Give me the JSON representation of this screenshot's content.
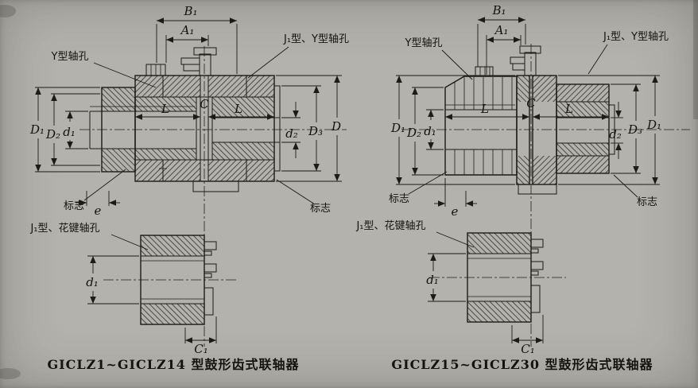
{
  "page": {
    "background_color": "#b4b2ad",
    "ink_color": "#1c1b18"
  },
  "figures": [
    {
      "caption": "GⅠCLZ1~GⅠCLZ14 型鼓形齿式联轴器",
      "labels": {
        "b1": "B₁",
        "a1": "A₁",
        "y_bore": "Y型轴孔",
        "j1_y_bore": "J₁型、Y型轴孔",
        "dia1": "D₁",
        "dia2": "D₂",
        "d1": "d₁",
        "L1": "L",
        "C": "C",
        "L2": "L",
        "d2": "d₂",
        "dia3": "D₃",
        "diaOuter": "D",
        "mark1": "标志",
        "mark2": "标志",
        "e": "e",
        "spline": "J₁型、花键轴孔",
        "d1b": "d₁",
        "c1": "C₁"
      }
    },
    {
      "caption": "GⅠCLZ15~GⅠCLZ30 型鼓形齿式联轴器",
      "labels": {
        "b1": "B₁",
        "a1": "A₁",
        "y_bore": "Y型轴孔",
        "j1_y_bore": "J₁型、Y型轴孔",
        "dia1": "D₁",
        "dia2": "D₂",
        "d1": "d₁",
        "L1": "L",
        "C": "C",
        "L2": "L",
        "d2": "d₂",
        "dia3": "D₃",
        "diaOuter": "D₁",
        "mark1": "标志",
        "mark2": "标志",
        "e": "e",
        "spline": "J₁型、花键轴孔",
        "d1b": "d₁",
        "c1": "C₁"
      }
    }
  ]
}
